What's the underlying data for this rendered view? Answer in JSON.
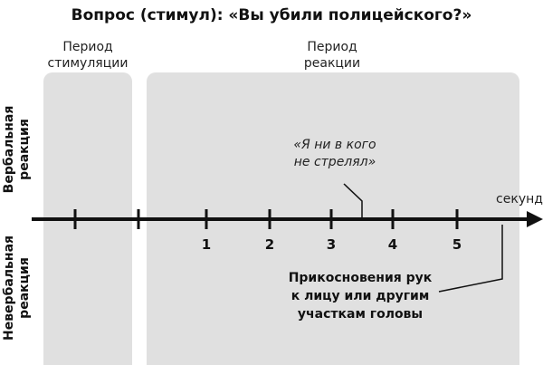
{
  "title": "Вопрос (стимул): «Вы убили полицейского?»",
  "periods": {
    "stimulation": [
      "Период",
      "стимуляции"
    ],
    "reaction": [
      "Период",
      "реакции"
    ]
  },
  "side_labels": {
    "verbal": [
      "Вербальная",
      "реакция"
    ],
    "nonverbal": [
      "Невербальная",
      "реакция"
    ]
  },
  "axis": {
    "unit": "секунд",
    "ticks": [
      "1",
      "2",
      "3",
      "4",
      "5"
    ]
  },
  "annotations": {
    "verbal": [
      "«Я ни в кого",
      "не стрелял»"
    ],
    "nonverbal": [
      "Прикосновения рук",
      "к лицу или другим",
      "участкам головы"
    ]
  },
  "colors": {
    "panel": "#e0e0e0",
    "line": "#111111"
  }
}
